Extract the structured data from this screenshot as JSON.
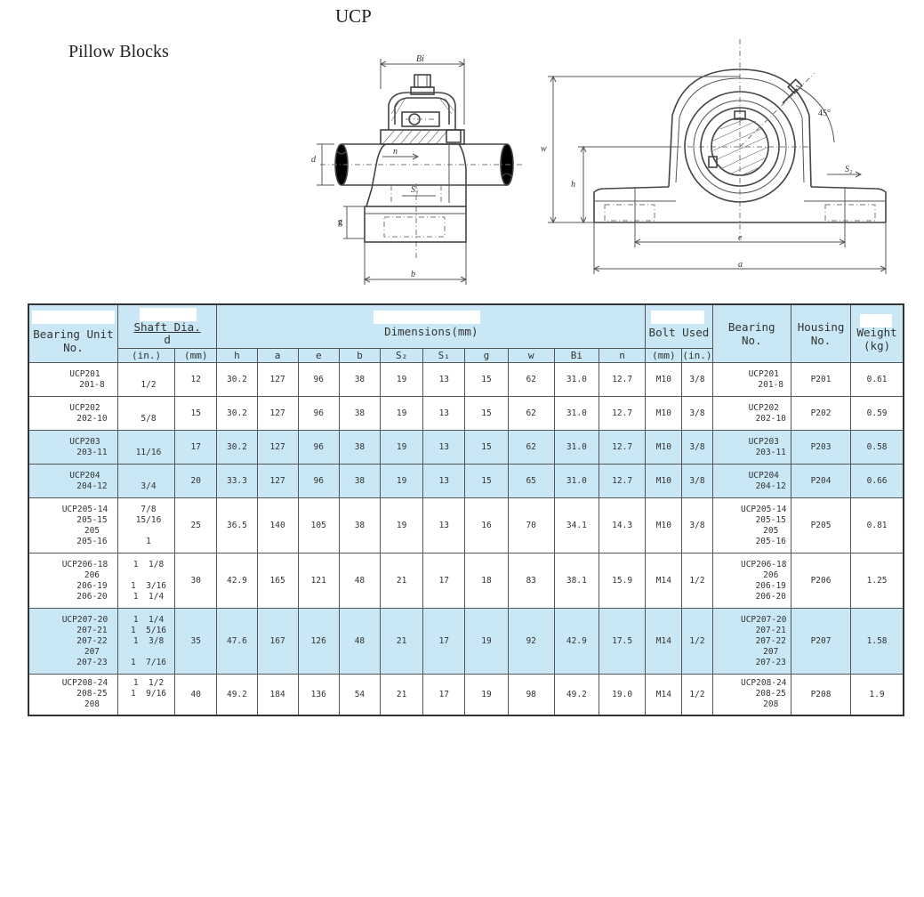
{
  "page": {
    "title": "UCP",
    "subtitle": "Pillow Blocks"
  },
  "drawing": {
    "side_labels": {
      "bi": "Bi",
      "d": "d",
      "n": "n",
      "s1": "S₁",
      "g": "g",
      "b": "b"
    },
    "front_labels": {
      "w": "w",
      "h": "h",
      "angle": "45°",
      "s2": "S₂",
      "e": "e",
      "a": "a"
    }
  },
  "table": {
    "headers": {
      "bearing_unit": "Bearing Unit No.",
      "shaft_dia": "Shaft Dia.",
      "shaft_d": "d",
      "dimensions": "Dimensions(mm)",
      "bolt_used": "Bolt Used",
      "bearing_no": "Bearing No.",
      "housing_no": "Housing No.",
      "weight": "Weight (kg)",
      "in": "(in.)",
      "mm": "(mm)",
      "h": "h",
      "a": "a",
      "e": "e",
      "b": "b",
      "s2": "S₂",
      "s1": "S₁",
      "g": "g",
      "w": "w",
      "bi": "Bi",
      "n": "n",
      "bolt_mm": "(mm)",
      "bolt_in": "(in.)"
    },
    "rows": [
      {
        "unit": [
          "UCP201",
          "201-8"
        ],
        "inch": [
          "",
          "1/2"
        ],
        "mm": "12",
        "h": "30.2",
        "a": "127",
        "e": "96",
        "b": "38",
        "s2": "19",
        "s1": "13",
        "g": "15",
        "w": "62",
        "bi": "31.0",
        "n": "12.7",
        "bolt_mm": "M10",
        "bolt_in": "3/8",
        "bearing": [
          "UCP201",
          "201-8"
        ],
        "housing": "P201",
        "weight": "0.61",
        "highlight": false
      },
      {
        "unit": [
          "UCP202",
          "202-10"
        ],
        "inch": [
          "",
          "5/8"
        ],
        "mm": "15",
        "h": "30.2",
        "a": "127",
        "e": "96",
        "b": "38",
        "s2": "19",
        "s1": "13",
        "g": "15",
        "w": "62",
        "bi": "31.0",
        "n": "12.7",
        "bolt_mm": "M10",
        "bolt_in": "3/8",
        "bearing": [
          "UCP202",
          "202-10"
        ],
        "housing": "P202",
        "weight": "0.59",
        "highlight": false
      },
      {
        "unit": [
          "UCP203",
          "203-11"
        ],
        "inch": [
          "",
          "11/16"
        ],
        "mm": "17",
        "h": "30.2",
        "a": "127",
        "e": "96",
        "b": "38",
        "s2": "19",
        "s1": "13",
        "g": "15",
        "w": "62",
        "bi": "31.0",
        "n": "12.7",
        "bolt_mm": "M10",
        "bolt_in": "3/8",
        "bearing": [
          "UCP203",
          "203-11"
        ],
        "housing": "P203",
        "weight": "0.58",
        "highlight": true
      },
      {
        "unit": [
          "UCP204",
          "204-12"
        ],
        "inch": [
          "",
          "3/4"
        ],
        "mm": "20",
        "h": "33.3",
        "a": "127",
        "e": "96",
        "b": "38",
        "s2": "19",
        "s1": "13",
        "g": "15",
        "w": "65",
        "bi": "31.0",
        "n": "12.7",
        "bolt_mm": "M10",
        "bolt_in": "3/8",
        "bearing": [
          "UCP204",
          "204-12"
        ],
        "housing": "P204",
        "weight": "0.66",
        "highlight": true
      },
      {
        "unit": [
          "UCP205-14",
          "205-15",
          "205",
          "205-16"
        ],
        "inch": [
          "7/8",
          "15/16",
          "",
          "1"
        ],
        "mm": "25",
        "h": "36.5",
        "a": "140",
        "e": "105",
        "b": "38",
        "s2": "19",
        "s1": "13",
        "g": "16",
        "w": "70",
        "bi": "34.1",
        "n": "14.3",
        "bolt_mm": "M10",
        "bolt_in": "3/8",
        "bearing": [
          "UCP205-14",
          "205-15",
          "205",
          "205-16"
        ],
        "housing": "P205",
        "weight": "0.81",
        "highlight": false
      },
      {
        "unit": [
          "UCP206-18",
          "206",
          "206-19",
          "206-20"
        ],
        "inch": [
          "1  1/8",
          "",
          "1  3/16",
          "1  1/4"
        ],
        "mm": "30",
        "h": "42.9",
        "a": "165",
        "e": "121",
        "b": "48",
        "s2": "21",
        "s1": "17",
        "g": "18",
        "w": "83",
        "bi": "38.1",
        "n": "15.9",
        "bolt_mm": "M14",
        "bolt_in": "1/2",
        "bearing": [
          "UCP206-18",
          "206",
          "206-19",
          "206-20"
        ],
        "housing": "P206",
        "weight": "1.25",
        "highlight": false
      },
      {
        "unit": [
          "UCP207-20",
          "207-21",
          "207-22",
          "207",
          "207-23"
        ],
        "inch": [
          "1  1/4",
          "1  5/16",
          "1  3/8",
          "",
          "1  7/16"
        ],
        "mm": "35",
        "h": "47.6",
        "a": "167",
        "e": "126",
        "b": "48",
        "s2": "21",
        "s1": "17",
        "g": "19",
        "w": "92",
        "bi": "42.9",
        "n": "17.5",
        "bolt_mm": "M14",
        "bolt_in": "1/2",
        "bearing": [
          "UCP207-20",
          "207-21",
          "207-22",
          "207",
          "207-23"
        ],
        "housing": "P207",
        "weight": "1.58",
        "highlight": true
      },
      {
        "unit": [
          "UCP208-24",
          "208-25",
          "208"
        ],
        "inch": [
          "1  1/2",
          "1  9/16",
          ""
        ],
        "mm": "40",
        "h": "49.2",
        "a": "184",
        "e": "136",
        "b": "54",
        "s2": "21",
        "s1": "17",
        "g": "19",
        "w": "98",
        "bi": "49.2",
        "n": "19.0",
        "bolt_mm": "M14",
        "bolt_in": "1/2",
        "bearing": [
          "UCP208-24",
          "208-25",
          "208"
        ],
        "housing": "P208",
        "weight": "1.9",
        "highlight": false
      }
    ]
  }
}
